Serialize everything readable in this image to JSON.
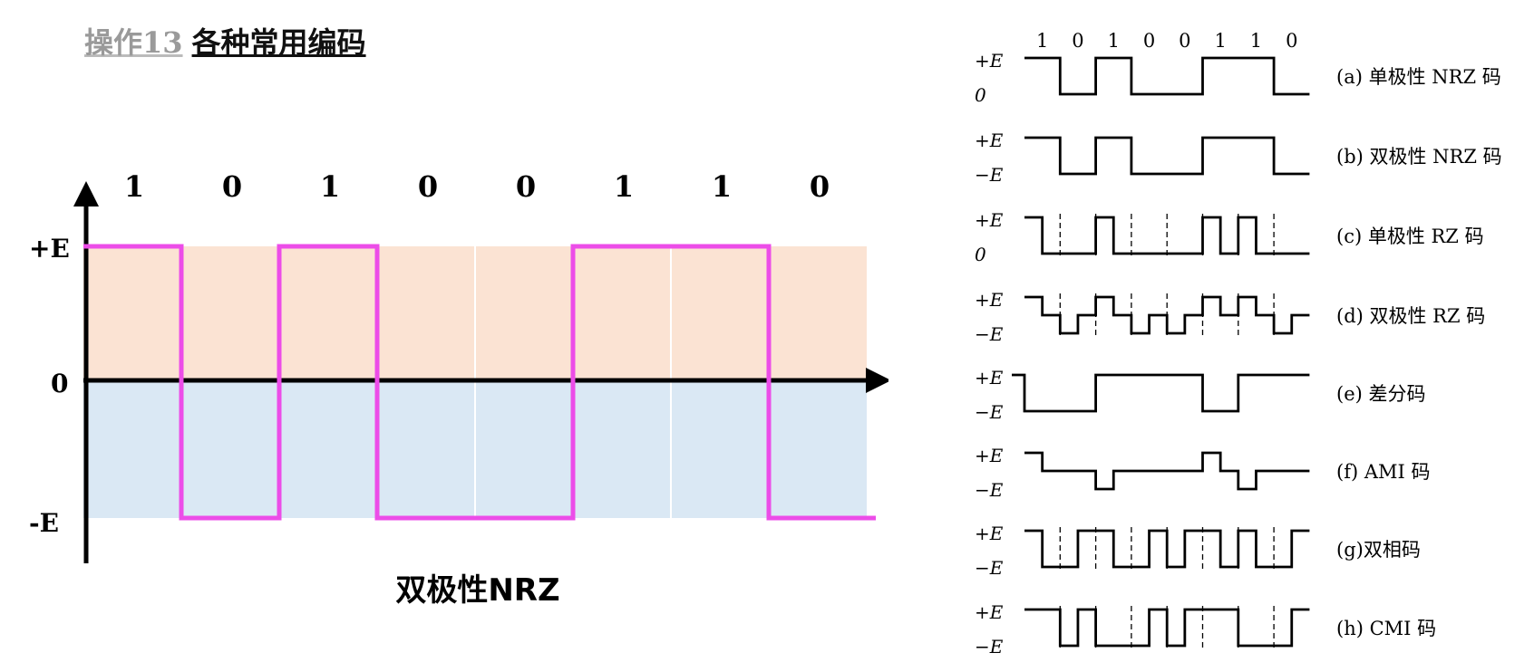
{
  "heading": {
    "op_label": "操作13",
    "topic": "各种常用编码"
  },
  "main_chart": {
    "bits": [
      "1",
      "0",
      "1",
      "0",
      "0",
      "1",
      "1",
      "0"
    ],
    "y_labels": {
      "pos": "+E",
      "zero": "0",
      "neg": "-E"
    },
    "caption": "双极性NRZ",
    "colors": {
      "positive_region": "#fbe3d3",
      "negative_region": "#dae8f4",
      "waveform": "#ec4de8",
      "axis": "#000000"
    }
  },
  "reference_panel": {
    "bits": [
      "1",
      "0",
      "1",
      "0",
      "0",
      "1",
      "1",
      "0"
    ],
    "rows": [
      {
        "id": "a",
        "top_label": "+E",
        "bottom_label": "0",
        "caption": "(a) 单极性 NRZ 码"
      },
      {
        "id": "b",
        "top_label": "+E",
        "bottom_label": "−E",
        "caption": "(b) 双极性 NRZ 码"
      },
      {
        "id": "c",
        "top_label": "+E",
        "bottom_label": "0",
        "caption": "(c) 单极性 RZ 码"
      },
      {
        "id": "d",
        "top_label": "+E",
        "bottom_label": "−E",
        "caption": "(d) 双极性 RZ 码"
      },
      {
        "id": "e",
        "top_label": "+E",
        "bottom_label": "−E",
        "caption": "(e) 差分码"
      },
      {
        "id": "f",
        "top_label": "+E",
        "bottom_label": "−E",
        "caption": "(f) AMI 码"
      },
      {
        "id": "g",
        "top_label": "+E",
        "bottom_label": "−E",
        "caption": "(g)双相码"
      },
      {
        "id": "h",
        "top_label": "+E",
        "bottom_label": "−E",
        "caption": "(h) CMI 码"
      }
    ]
  }
}
